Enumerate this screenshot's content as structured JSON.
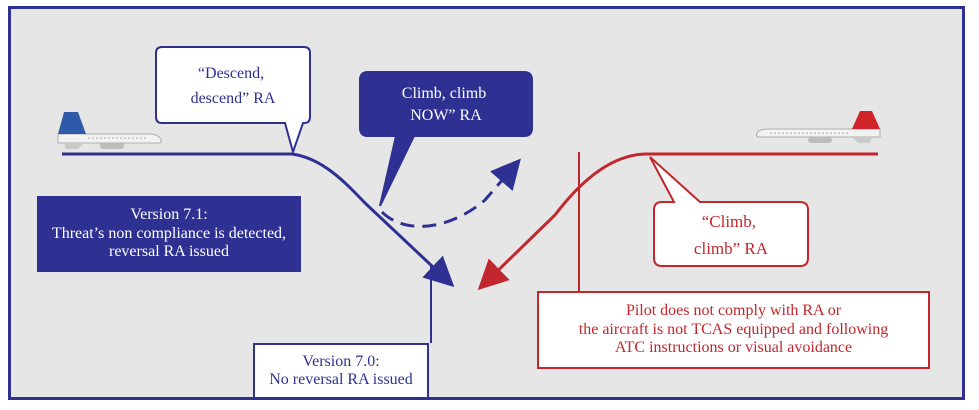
{
  "callouts": {
    "descend": [
      "“Descend,",
      "descend” RA"
    ],
    "climb_now": [
      "Climb, climb",
      "NOW” RA"
    ],
    "climb": [
      "“Climb,",
      "climb” RA"
    ]
  },
  "boxes": {
    "v71": [
      "Version 7.1:",
      "Threat’s non compliance is detected,",
      "reversal RA issued"
    ],
    "v70": [
      "Version 7.0:",
      "No reversal RA issued"
    ],
    "pilot": [
      "Pilot does not comply with RA or",
      "the aircraft is not TCAS equipped and following",
      "ATC instructions or visual avoidance"
    ]
  },
  "colors": {
    "blue": "#2e3192",
    "red": "#c1272d",
    "background": "#e6e6e6"
  },
  "icons": {
    "left_aircraft": "airplane-icon",
    "right_aircraft": "airplane-icon"
  }
}
